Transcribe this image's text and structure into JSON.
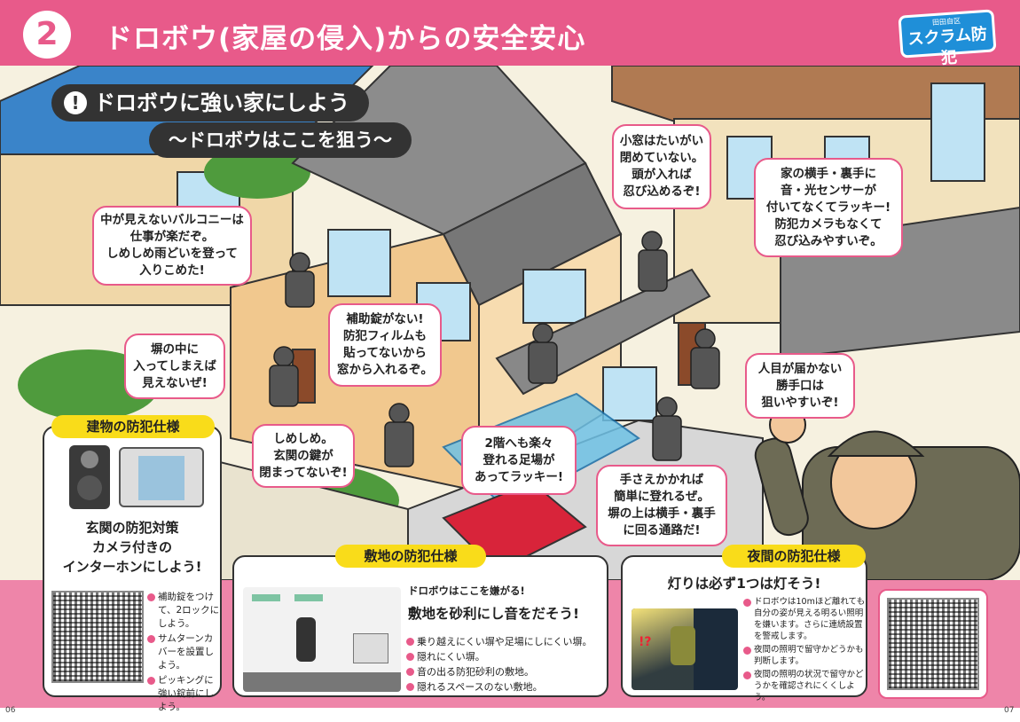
{
  "header": {
    "number": "2",
    "title": "ドロボウ(家屋の侵入)からの安全安心",
    "logo_small": "田田自区",
    "logo_text": "スクラム防犯"
  },
  "scene": {
    "title_line1": "ドロボウに強い家にしよう",
    "title_icon": "!",
    "title_line2": "〜ドロボウはここを狙う〜",
    "bubbles": [
      "中が見えないバルコニーは\n仕事が楽だぞ。\nしめしめ雨どいを登って\n入りこめた!",
      "小窓はたいがい\n閉めていない。\n頭が入れば\n忍び込めるぞ!",
      "家の横手・裏手に\n音・光センサーが\n付いてなくてラッキー!\n防犯カメラもなくて\n忍び込みやすいぞ。",
      "塀の中に\n入ってしまえば\n見えないぜ!",
      "補助錠がない!\n防犯フィルムも\n貼ってないから\n窓から入れるぞ。",
      "人目が届かない\n勝手口は\n狙いやすいぞ!",
      "しめしめ。\n玄関の鍵が\n閉まってないぞ!",
      "2階へも楽々\n登れる足場が\nあってラッキー!",
      "手さえかかれば\n簡単に登れるぜ。\n塀の上は横手・裏手\nに回る通路だ!"
    ]
  },
  "building_panel": {
    "tag": "建物の防犯仕様",
    "line1": "玄関の防犯対策",
    "line2": "カメラ付きの",
    "line3": "インターホンにしよう!",
    "bullets": [
      "補助錠をつけて、2ロックにしよう。",
      "サムターンカバーを設置しよう。",
      "ピッキングに強い錠前にしよう。"
    ]
  },
  "site_panel": {
    "tag": "敷地の防犯仕様",
    "subtitle": "ドロボウはここを嫌がる!",
    "headline": "敷地を砂利にし音をだそう!",
    "bullets": [
      "乗り越えにくい塀や足場にしにくい塀。",
      "隠れにくい塀。",
      "音の出る防犯砂利の敷地。",
      "隠れるスペースのない敷地。"
    ]
  },
  "night_panel": {
    "tag": "夜間の防犯仕様",
    "headline": "灯りは必ず1つは灯そう!",
    "bullets": [
      "ドロボウは10mほど離れても自分の姿が見える明るい照明を嫌います。さらに連続設置を警戒します。",
      "夜間の照明で留守かどうかも判断します。",
      "夜間の照明の状況で留守かどうかを確認されにくくしよう。"
    ],
    "illustration_text": "!?"
  },
  "pages": {
    "left": "06",
    "right": "07"
  },
  "colors": {
    "accent": "#e85a8a",
    "tag": "#f9dc1a",
    "dark": "#333333",
    "strip": "#ee85a9"
  }
}
